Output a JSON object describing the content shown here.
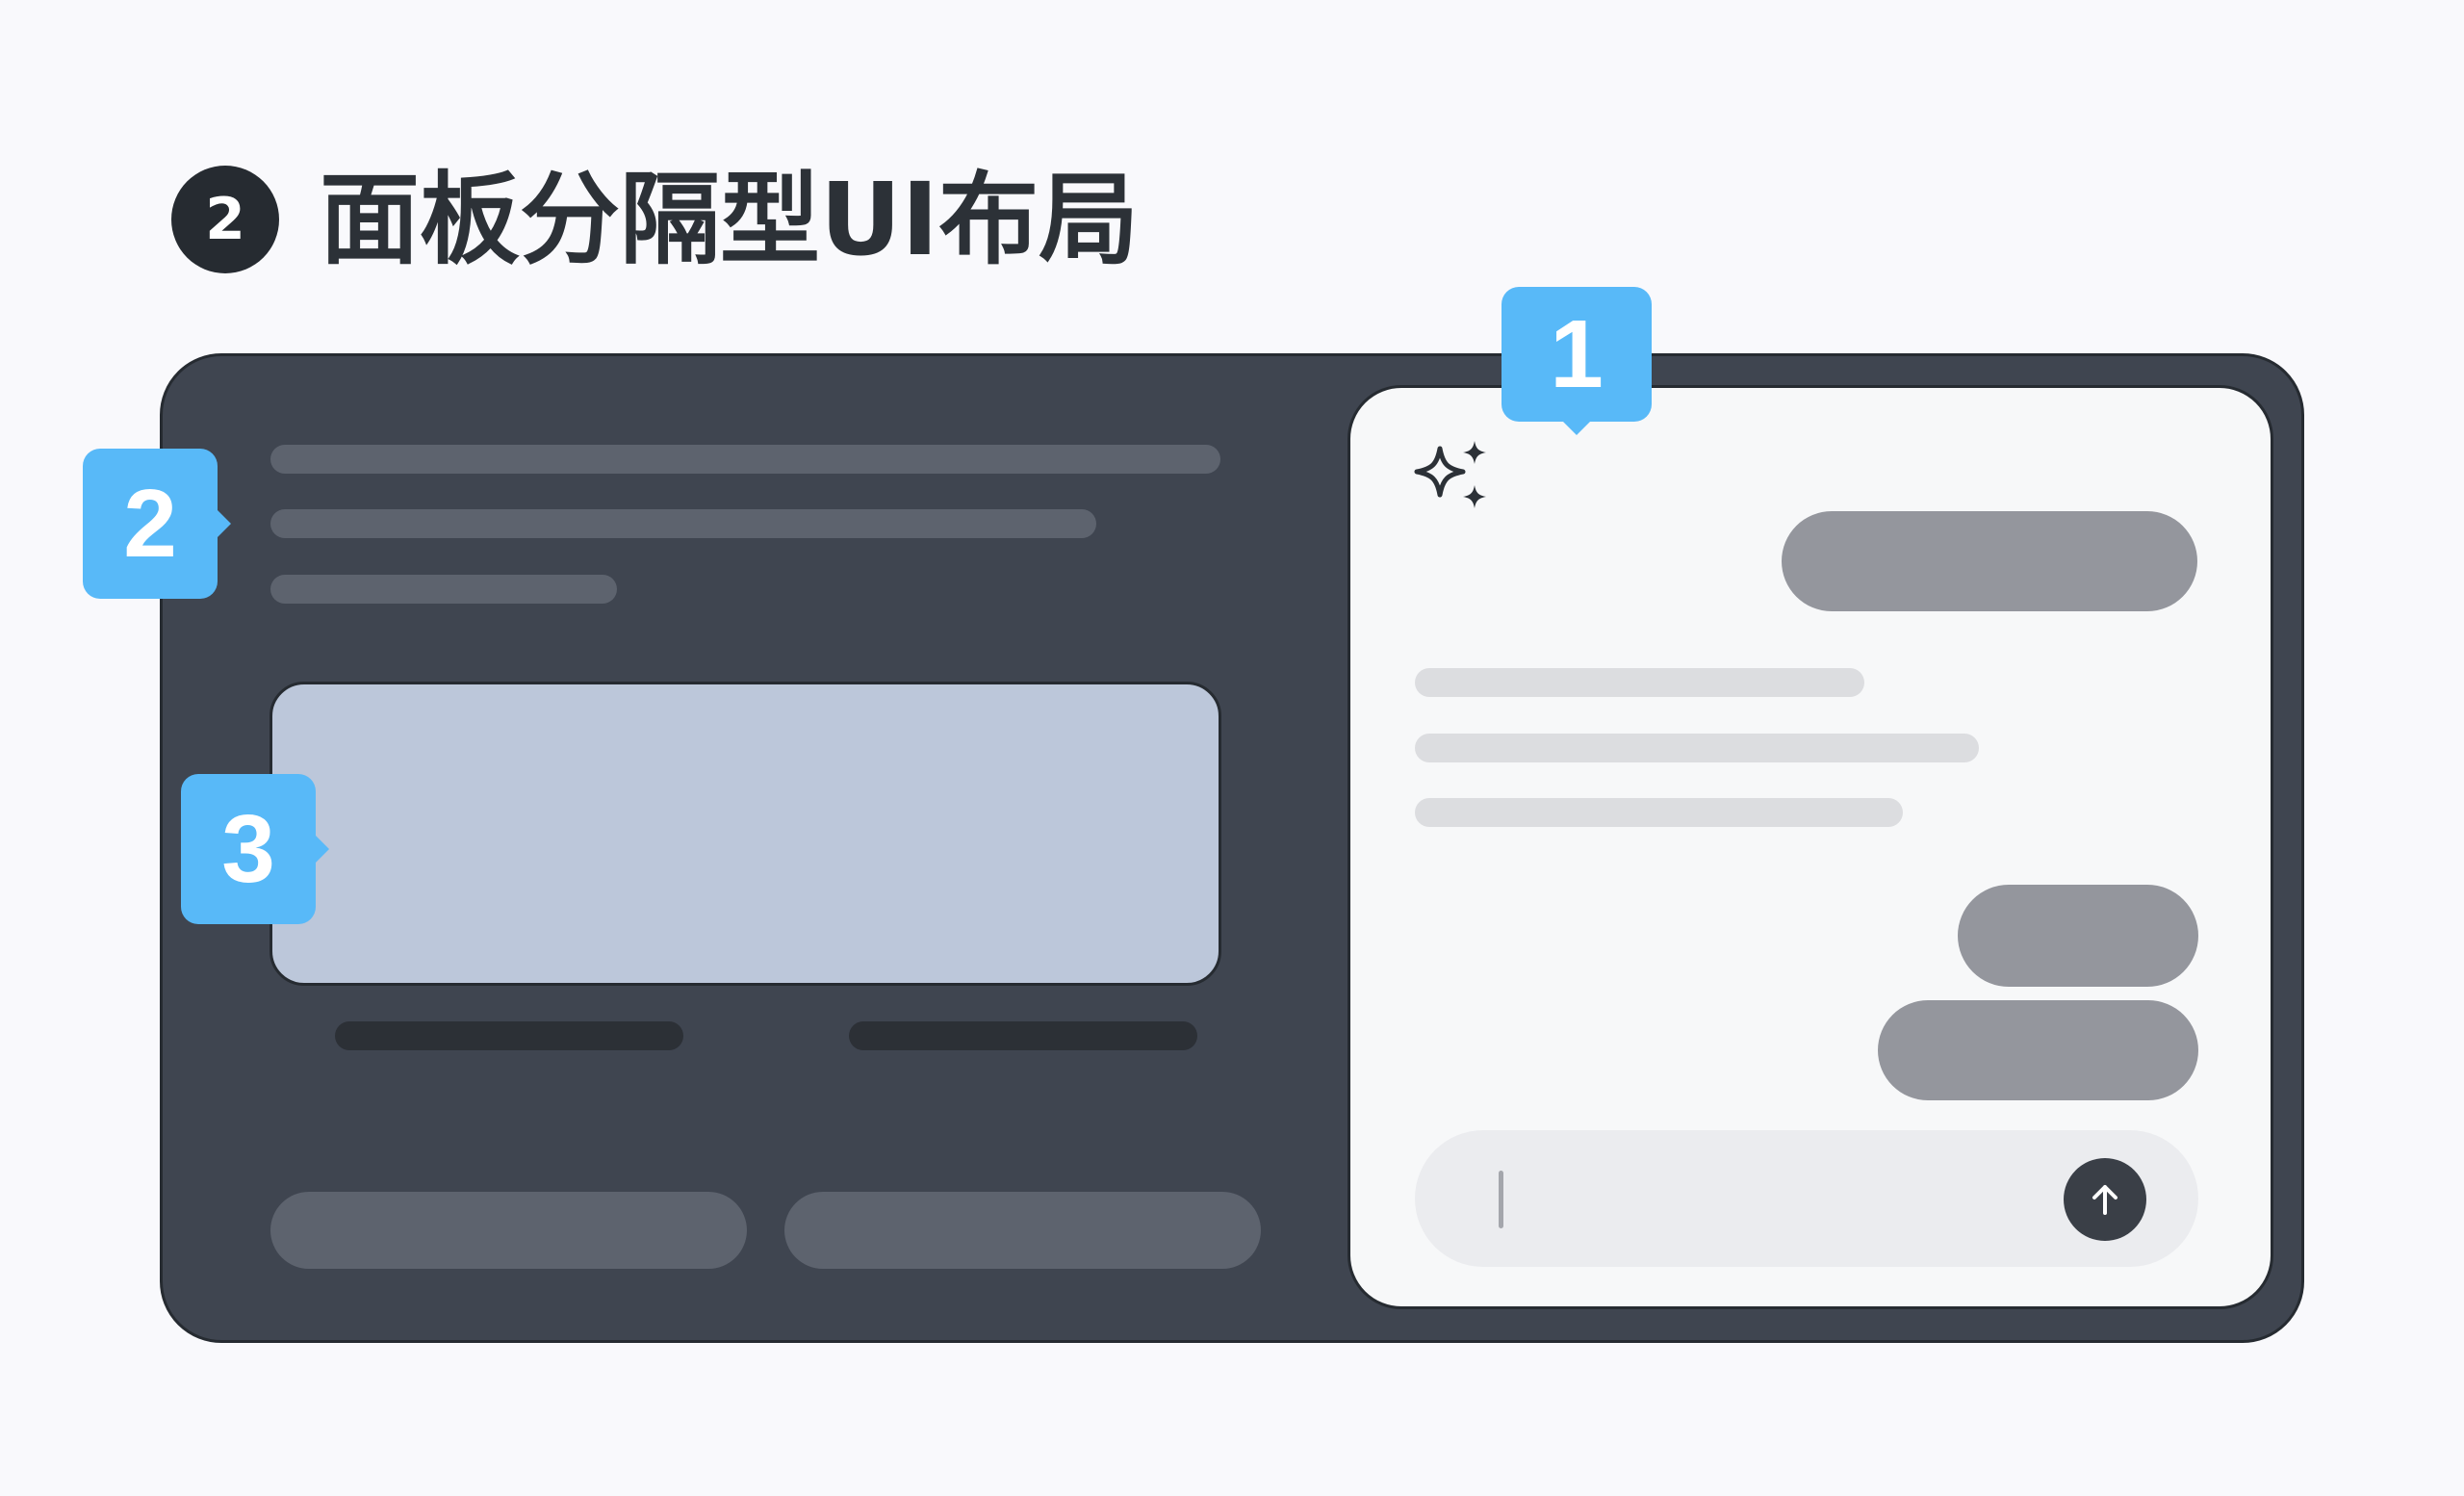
{
  "heading": {
    "step_number": "2",
    "title": "面板分隔型UI布局"
  },
  "callouts": {
    "chat_panel": "1",
    "text_content": "2",
    "main_card": "3"
  },
  "icons": {
    "sparkle": "sparkle-icon",
    "send": "arrow-up-icon"
  },
  "colors": {
    "accent": "#58B9F8",
    "frame": "#3F4550",
    "panel": "#F7F8F9",
    "card": "#BCC7DA",
    "bubble": "#94969D"
  }
}
